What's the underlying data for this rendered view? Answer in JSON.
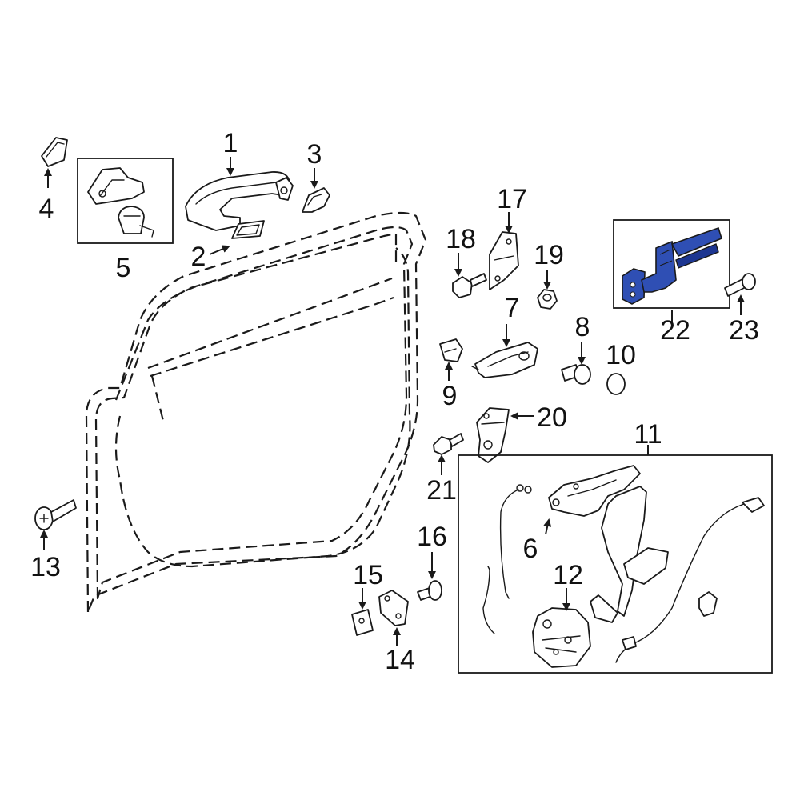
{
  "callouts": {
    "c1": "1",
    "c2": "2",
    "c3": "3",
    "c4": "4",
    "c5": "5",
    "c6": "6",
    "c7": "7",
    "c8": "8",
    "c9": "9",
    "c10": "10",
    "c11": "11",
    "c12": "12",
    "c13": "13",
    "c14": "14",
    "c15": "15",
    "c16": "16",
    "c17": "17",
    "c18": "18",
    "c19": "19",
    "c20": "20",
    "c21": "21",
    "c22": "22",
    "c23": "23"
  },
  "colors": {
    "highlight": "#2f4fb4",
    "highlight_dark": "#1d3691",
    "line": "#1a1a1a"
  },
  "highlighted_part": "22"
}
